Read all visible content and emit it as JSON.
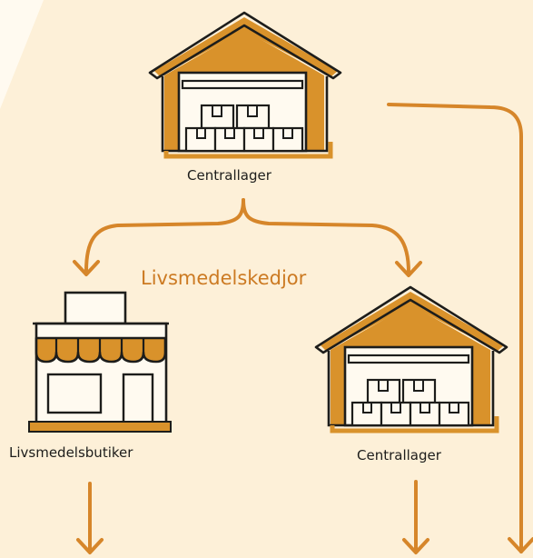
{
  "labels": {
    "top_warehouse": "Centrallager",
    "chain": "Livsmedelskedjor",
    "store": "Livsmedelsbutiker",
    "second_warehouse": "Centrallager"
  },
  "colors": {
    "background": "#fdf0d8",
    "accent": "#d9922b",
    "arrow": "#d6862a",
    "outline": "#1d1d1b",
    "paper": "#fffaf0",
    "chain_text": "#cc7a22"
  },
  "icons": [
    "warehouse-icon",
    "store-icon",
    "warehouse-icon"
  ]
}
